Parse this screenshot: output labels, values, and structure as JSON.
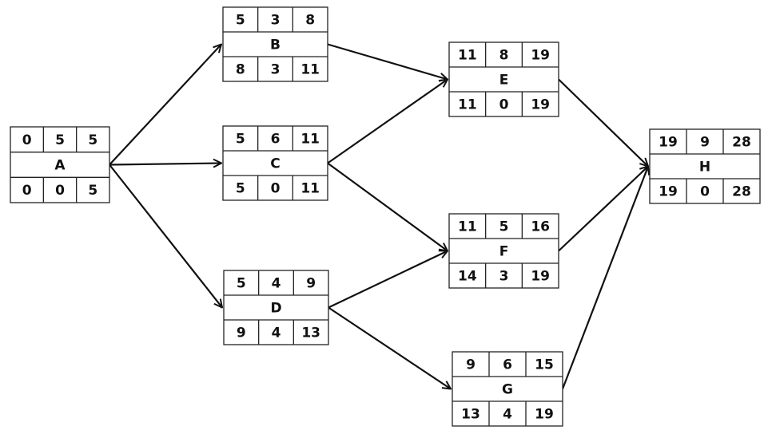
{
  "nodes": [
    {
      "id": "A",
      "label": "A",
      "top": [
        "0",
        "5",
        "5"
      ],
      "bottom": [
        "0",
        "0",
        "5"
      ]
    },
    {
      "id": "B",
      "label": "B",
      "top": [
        "5",
        "3",
        "8"
      ],
      "bottom": [
        "8",
        "3",
        "11"
      ]
    },
    {
      "id": "C",
      "label": "C",
      "top": [
        "5",
        "6",
        "11"
      ],
      "bottom": [
        "5",
        "0",
        "11"
      ]
    },
    {
      "id": "D",
      "label": "D",
      "top": [
        "5",
        "4",
        "9"
      ],
      "bottom": [
        "9",
        "4",
        "13"
      ]
    },
    {
      "id": "E",
      "label": "E",
      "top": [
        "11",
        "8",
        "19"
      ],
      "bottom": [
        "11",
        "0",
        "19"
      ]
    },
    {
      "id": "F",
      "label": "F",
      "top": [
        "11",
        "5",
        "16"
      ],
      "bottom": [
        "14",
        "3",
        "19"
      ]
    },
    {
      "id": "G",
      "label": "G",
      "top": [
        "9",
        "6",
        "15"
      ],
      "bottom": [
        "13",
        "4",
        "19"
      ]
    },
    {
      "id": "H",
      "label": "H",
      "top": [
        "19",
        "9",
        "28"
      ],
      "bottom": [
        "19",
        "0",
        "28"
      ]
    }
  ],
  "edges": [
    {
      "from": "A",
      "to": "B"
    },
    {
      "from": "A",
      "to": "C"
    },
    {
      "from": "A",
      "to": "D"
    },
    {
      "from": "B",
      "to": "E"
    },
    {
      "from": "C",
      "to": "E"
    },
    {
      "from": "C",
      "to": "F"
    },
    {
      "from": "D",
      "to": "F"
    },
    {
      "from": "D",
      "to": "G"
    },
    {
      "from": "E",
      "to": "H"
    },
    {
      "from": "F",
      "to": "H"
    },
    {
      "from": "G",
      "to": "H"
    }
  ]
}
